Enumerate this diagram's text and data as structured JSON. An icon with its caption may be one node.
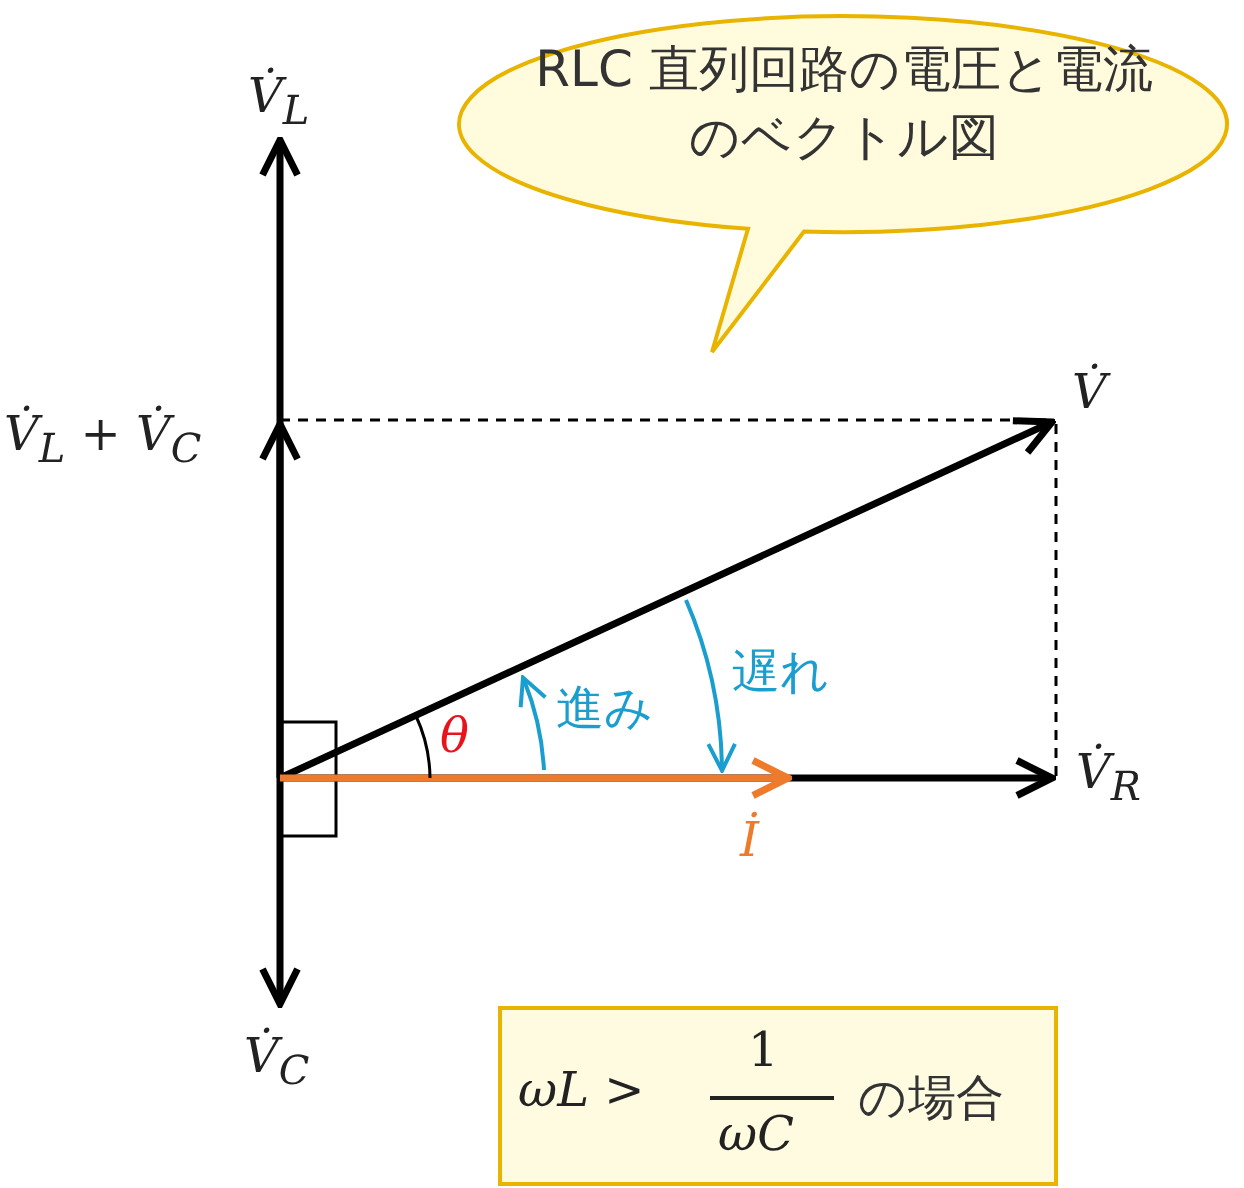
{
  "diagram": {
    "nodes": [
      {
        "text": [
          "RLC 直列回路の電圧と電流のベクトル図"
        ]
      },
      {
        "text": [
          "ωL >",
          "1",
          "ωC",
          "の場合"
        ]
      }
    ],
    "edges": [],
    "labels": [
      "V̇$_{L}$",
      "V̇$_{L}$ + V̇$_{C}$",
      "V̇",
      "θ",
      "進み",
      "遅れ",
      "V̇$_{R}$",
      "İ",
      "V̇$_{C}$"
    ]
  }
}
